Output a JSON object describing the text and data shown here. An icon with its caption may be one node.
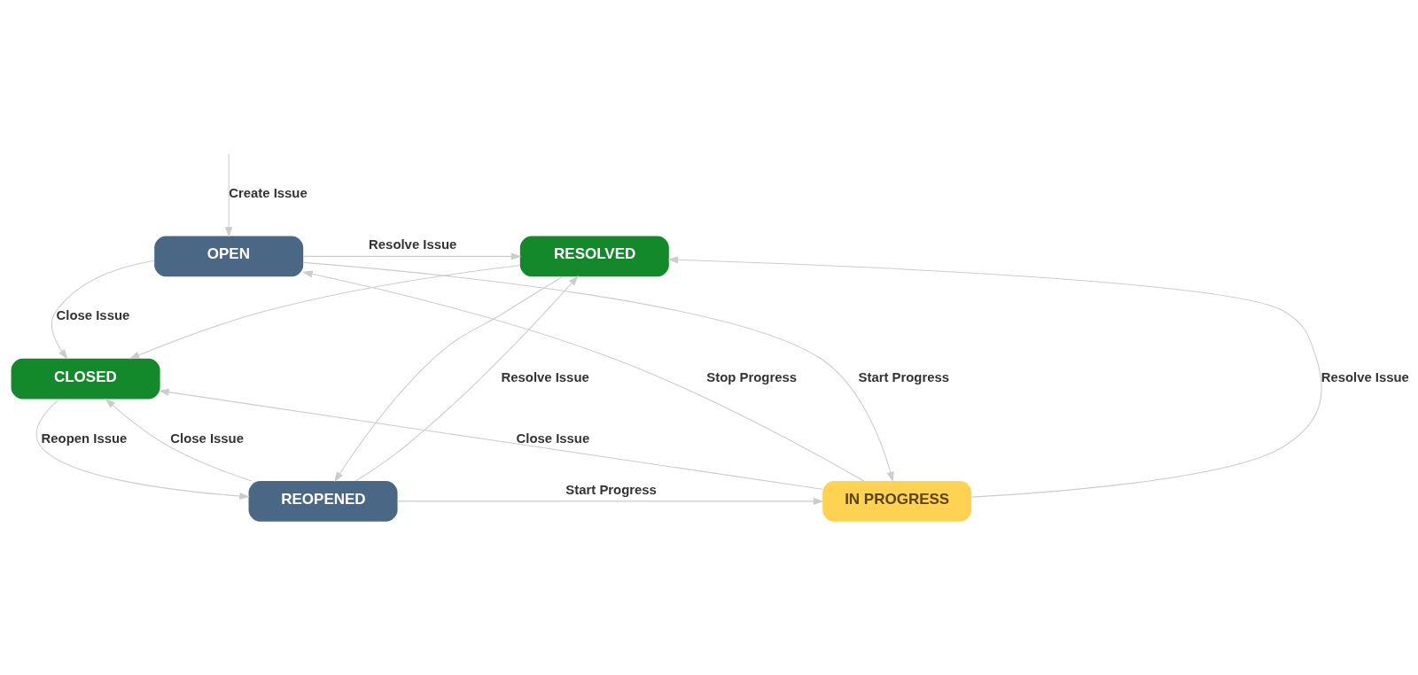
{
  "diagram": {
    "nodes": [
      {
        "text": [
          "OPEN"
        ]
      },
      {
        "text": [
          "RESOLVED"
        ]
      },
      {
        "text": [
          "CLOSED"
        ]
      },
      {
        "text": [
          "IN PROGRESS"
        ]
      },
      {
        "text": [
          "REOPENED"
        ]
      }
    ],
    "edges": [
      {
        "from": null,
        "to": 0,
        "arrow": "to",
        "label": "Create Issue"
      },
      {
        "from": 0,
        "to": 1,
        "arrow": "to",
        "label": "Resolve Issue"
      },
      {
        "from": 3,
        "to": 0,
        "arrow": "to",
        "label": "Stop Progress"
      },
      {
        "from": 0,
        "to": 2,
        "arrow": "to",
        "label": "Close Issue"
      },
      {
        "from": 1,
        "to": 2,
        "arrow": "to"
      },
      {
        "from": 0,
        "to": 3,
        "arrow": "to",
        "label": "Start Progress"
      },
      {
        "from": 4,
        "to": 1,
        "arrow": "to",
        "label": "Resolve Issue"
      },
      {
        "from": 3,
        "to": 1,
        "arrow": "to",
        "label": "Resolve Issue"
      },
      {
        "from": 3,
        "to": 2,
        "arrow": "to",
        "label": "Close Issue"
      },
      {
        "from": 4,
        "to": 2,
        "arrow": "to",
        "label": "Close Issue"
      },
      {
        "from": 2,
        "to": 4,
        "arrow": "to",
        "label": "Reopen Issue"
      },
      {
        "from": 1,
        "to": 4,
        "arrow": "to"
      },
      {
        "from": 4,
        "to": 3,
        "arrow": "to",
        "label": "Start Progress"
      }
    ]
  }
}
